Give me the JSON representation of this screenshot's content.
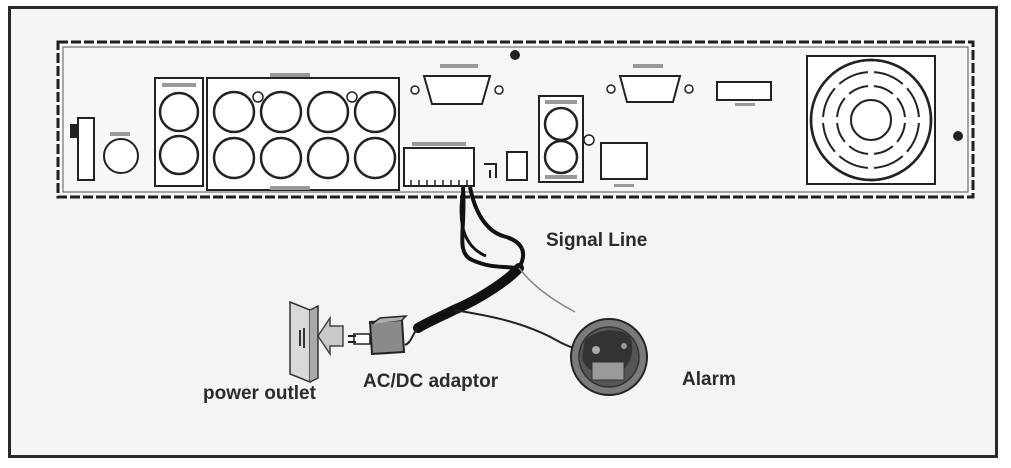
{
  "labels": {
    "signal_line": "Signal Line",
    "alarm": "Alarm",
    "ac_dc_adaptor": "AC/DC adaptor",
    "power_outlet": "power outlet"
  }
}
